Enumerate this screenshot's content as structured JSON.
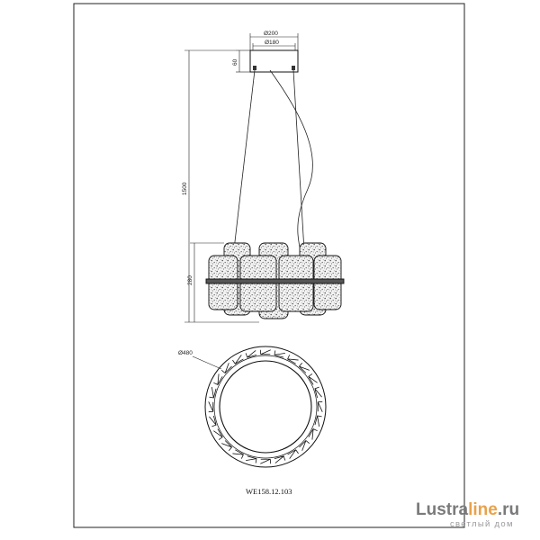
{
  "dimensions": {
    "canopy_outer_diameter": "Ø200",
    "canopy_inner_diameter": "Ø180",
    "canopy_height": "60",
    "total_height": "1500",
    "shade_height": "280",
    "ring_diameter": "Ø480"
  },
  "model_code": "WE158.12.103",
  "watermark": {
    "brand_part1": "Lustra",
    "brand_part2": "line",
    "brand_part3": ".ru",
    "tagline": "светлый дом",
    "color_dark": "#7a7a7a",
    "color_accent": "#e8a24a"
  }
}
